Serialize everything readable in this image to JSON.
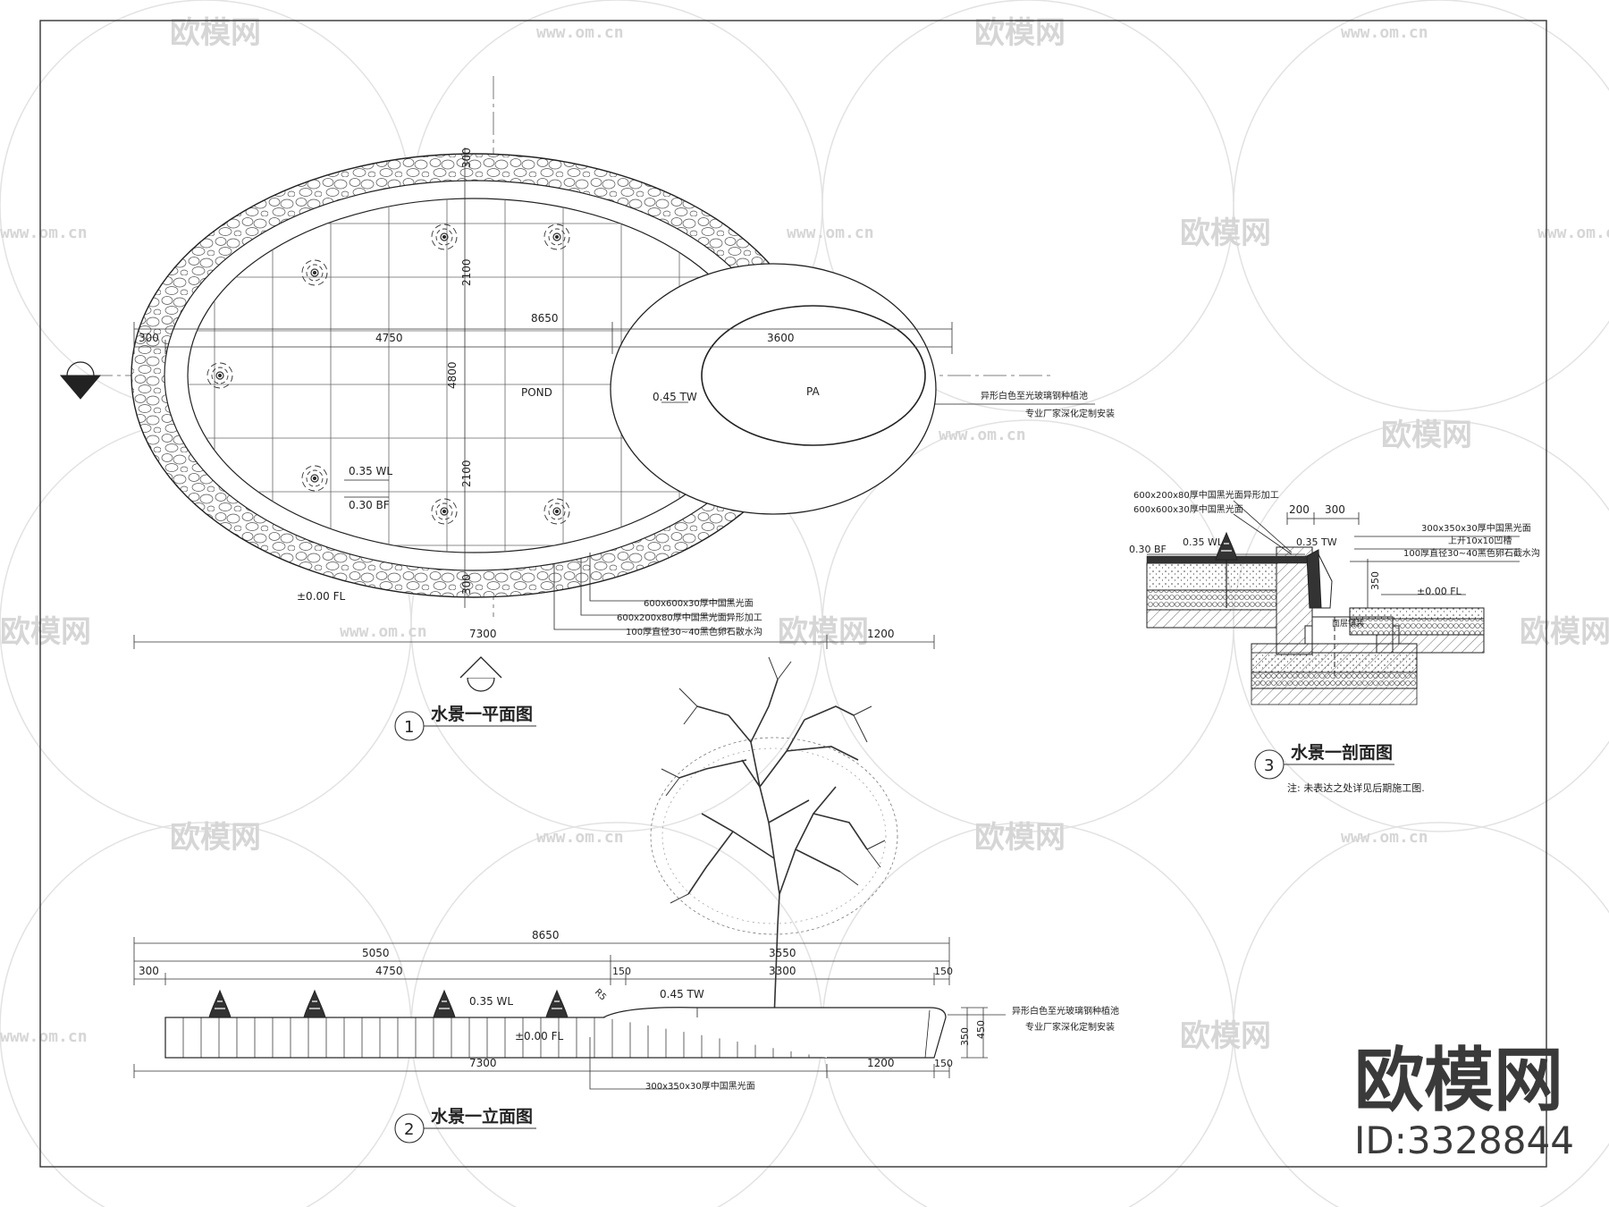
{
  "plan": {
    "title": "水景一平面图",
    "number": "1",
    "labels": {
      "pond": "POND",
      "pa": "PA",
      "tw": "0.45  TW",
      "wl": "0.35  WL",
      "bf": "0.30  BF",
      "fl": "±0.00  FL"
    },
    "dims": {
      "total": "8650",
      "left": "4750",
      "right": "3600",
      "edge": "300",
      "v_top": "300",
      "v_upper": "2100",
      "v_mid": "4800",
      "v_lower": "2100",
      "v_bottom": "300",
      "bottom_left": "7300",
      "bottom_right": "1200"
    },
    "notes": [
      "600x600x30厚中国黑光面",
      "600x200x80厚中国黑光面异形加工",
      "100厚直径30~40黑色卵石散水沟"
    ],
    "side_note": [
      "异形白色至光玻璃钢种植池",
      "专业厂家深化定制安装"
    ]
  },
  "elevation": {
    "title": "水景一立面图",
    "number": "2",
    "dims": {
      "total": "8650",
      "a": "5050",
      "b": "3550",
      "c": "300",
      "d": "4750",
      "e": "150",
      "f": "3300",
      "g": "150",
      "bottom_left": "7300",
      "bottom_right": "1200",
      "bottom_end": "150",
      "h1": "350",
      "h2": "450"
    },
    "labels": {
      "wl": "0.35  WL",
      "tw": "0.45  TW",
      "fl": "±0.00  FL",
      "r": "R5"
    },
    "note": "300x350x30厚中国黑光面",
    "side_note": [
      "异形白色至光玻璃钢种植池",
      "专业厂家深化定制安装"
    ]
  },
  "section": {
    "title": "水景一剖面图",
    "number": "3",
    "footnote": "注: 未表达之处详见后期施工图.",
    "notes_left": [
      "600x200x80厚中国黑光面异形加工",
      "600x600x30厚中国黑光面"
    ],
    "notes_right": [
      "300x350x30厚中国黑光面",
      "上开10x10凹槽",
      "100厚直径30~40黑色卵石截水沟"
    ],
    "dims": {
      "a": "200",
      "b": "300",
      "h": "350"
    },
    "labels": {
      "bf": "0.30  BF",
      "wl": "0.35  WL",
      "tw": "0.35  TW",
      "fl": "±0.00  FL",
      "mid": "面层铺装"
    }
  },
  "watermark": {
    "brand": "欧模网",
    "url": "www.om.cn",
    "id": "ID:3328844"
  }
}
